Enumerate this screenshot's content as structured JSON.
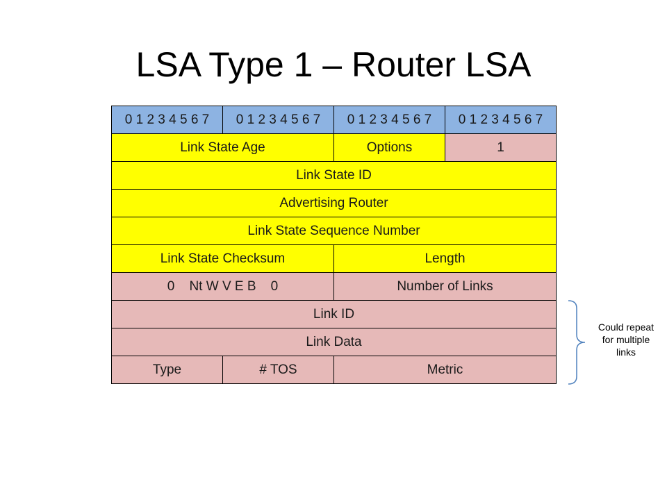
{
  "title": "LSA Type 1 – Router LSA",
  "header_bits": [
    "0 1 2 3 4 5 6 7",
    "0 1 2 3 4 5 6 7",
    "0 1 2 3 4 5 6 7",
    "0 1 2 3 4 5 6 7"
  ],
  "fields": {
    "link_state_age": "Link State Age",
    "options": "Options",
    "ls_type": "1",
    "link_state_id": "Link State ID",
    "advertising_router": "Advertising Router",
    "sequence_number": "Link State Sequence Number",
    "checksum": "Link State Checksum",
    "length": "Length",
    "flags": "0    Nt W V E B    0",
    "number_of_links": "Number of Links",
    "link_id": "Link ID",
    "link_data": "Link Data",
    "type": "Type",
    "tos": "# TOS",
    "metric": "Metric"
  },
  "annotation": {
    "lines": [
      "Could repeat",
      "for multiple",
      "links"
    ]
  },
  "colors": {
    "header": "#8db3e2",
    "lsa_header": "#ffff00",
    "router_body": "#e6b9b8",
    "brace": "#4f81bd"
  }
}
